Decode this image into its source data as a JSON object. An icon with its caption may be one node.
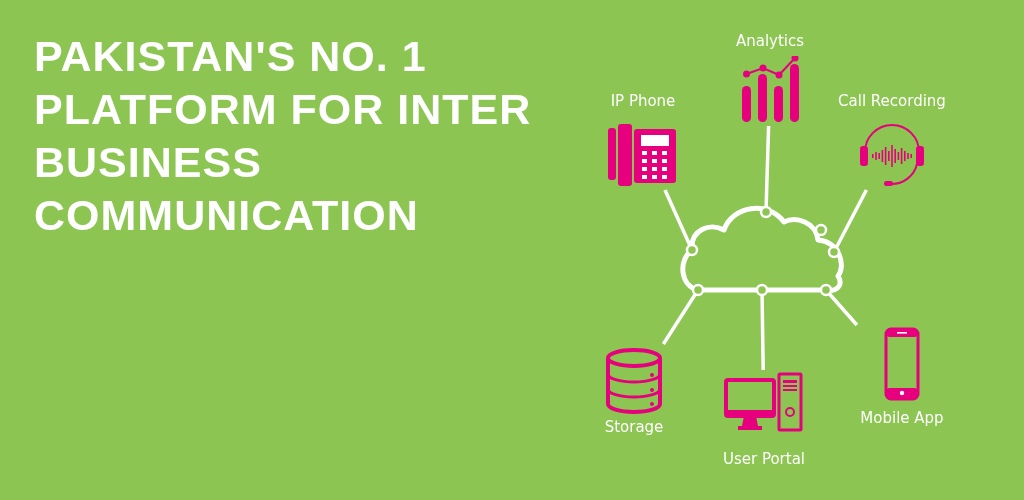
{
  "diagram": {
    "title": "PAKISTAN'S NO. 1 PLATFORM FOR INTER BUSINESS COMMUNICATION",
    "nodes": [
      {
        "text": [],
        "shape": "cloud"
      },
      {
        "text": [
          "IP Phone"
        ]
      },
      {
        "text": [
          "Analytics"
        ]
      },
      {
        "text": [
          "Call Recording"
        ]
      },
      {
        "text": [
          "Storage"
        ]
      },
      {
        "text": [
          "User Portal"
        ]
      },
      {
        "text": [
          "Mobile App"
        ]
      }
    ],
    "edges": [
      {
        "from": 0,
        "to": 1,
        "arrow": "none"
      },
      {
        "from": 0,
        "to": 2,
        "arrow": "none"
      },
      {
        "from": 0,
        "to": 3,
        "arrow": "none"
      },
      {
        "from": 0,
        "to": 4,
        "arrow": "none"
      },
      {
        "from": 0,
        "to": 5,
        "arrow": "none"
      },
      {
        "from": 0,
        "to": 6,
        "arrow": "none"
      }
    ]
  }
}
